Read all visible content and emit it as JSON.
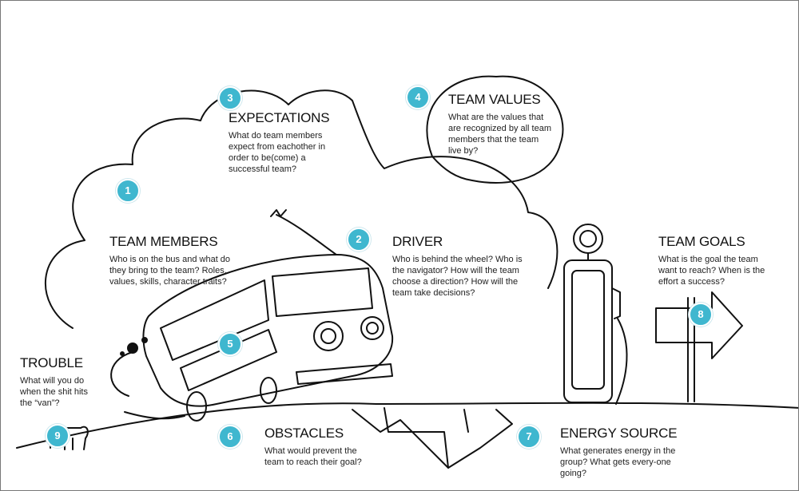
{
  "colors": {
    "badge": "#3fb7cf",
    "line": "#111111"
  },
  "steps": [
    {
      "number": "1",
      "title": "TEAM MEMBERS",
      "text": "Who is on the bus and what do they bring to the team? Roles, values, skills, character traits?"
    },
    {
      "number": "2",
      "title": "DRIVER",
      "text": "Who is behind the wheel? Who is the navigator? How will the team choose a direction? How will the team take decisions?"
    },
    {
      "number": "3",
      "title": "EXPECTATIONS",
      "text": "What do team members expect from eachother in order to be(come) a successful team?"
    },
    {
      "number": "4",
      "title": "TEAM VALUES",
      "text": "What are the values that are recognized by all team members that the team live by?"
    },
    {
      "number": "5",
      "title": "",
      "text": ""
    },
    {
      "number": "6",
      "title": "OBSTACLES",
      "text": "What would prevent the team to reach their goal?"
    },
    {
      "number": "7",
      "title": "ENERGY SOURCE",
      "text": "What generates energy in the group? What gets every-one going?"
    },
    {
      "number": "8",
      "title": "TEAM GOALS",
      "text": "What is the goal the team want to reach? When is the effort a success?"
    },
    {
      "number": "9",
      "title": "TROUBLE",
      "text": "What will you do when the shit hits the “van”?"
    }
  ],
  "icons": [
    "bus-icon",
    "fuel-pump-icon",
    "arrow-sign-icon",
    "crack-icon",
    "cloud-icon",
    "speech-bubble-icon",
    "dog-icon"
  ]
}
